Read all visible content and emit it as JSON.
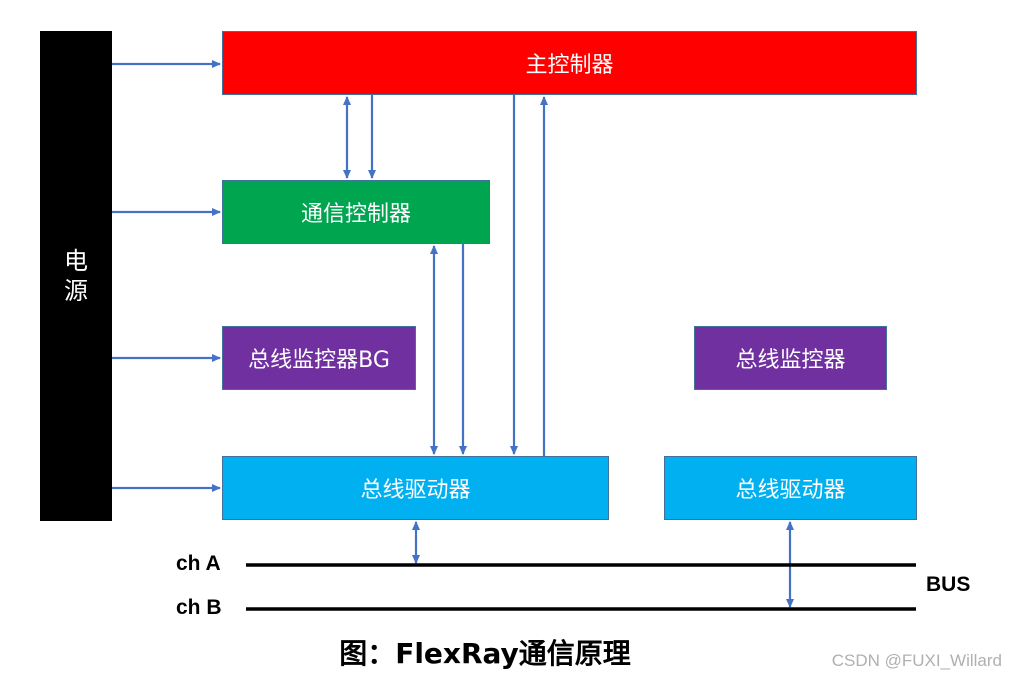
{
  "diagram": {
    "power": {
      "chars": [
        "电",
        "源"
      ]
    },
    "main_controller": "主控制器",
    "comm_controller": "通信控制器",
    "bus_guardian": "总线监控器BG",
    "bus_monitor": "总线监控器",
    "bus_driver_1": "总线驱动器",
    "bus_driver_2": "总线驱动器",
    "channel_a": "ch A",
    "channel_b": "ch B",
    "bus": "BUS",
    "caption": "图：FlexRay通信原理"
  },
  "watermark": "CSDN @FUXI_Willard",
  "colors": {
    "power": "#000000",
    "main_controller": "#ff0000",
    "comm_controller": "#00a550",
    "bus_guardian": "#7030a0",
    "bus_driver": "#00b0f0",
    "arrow": "#4472c4",
    "bus_line": "#000000"
  }
}
